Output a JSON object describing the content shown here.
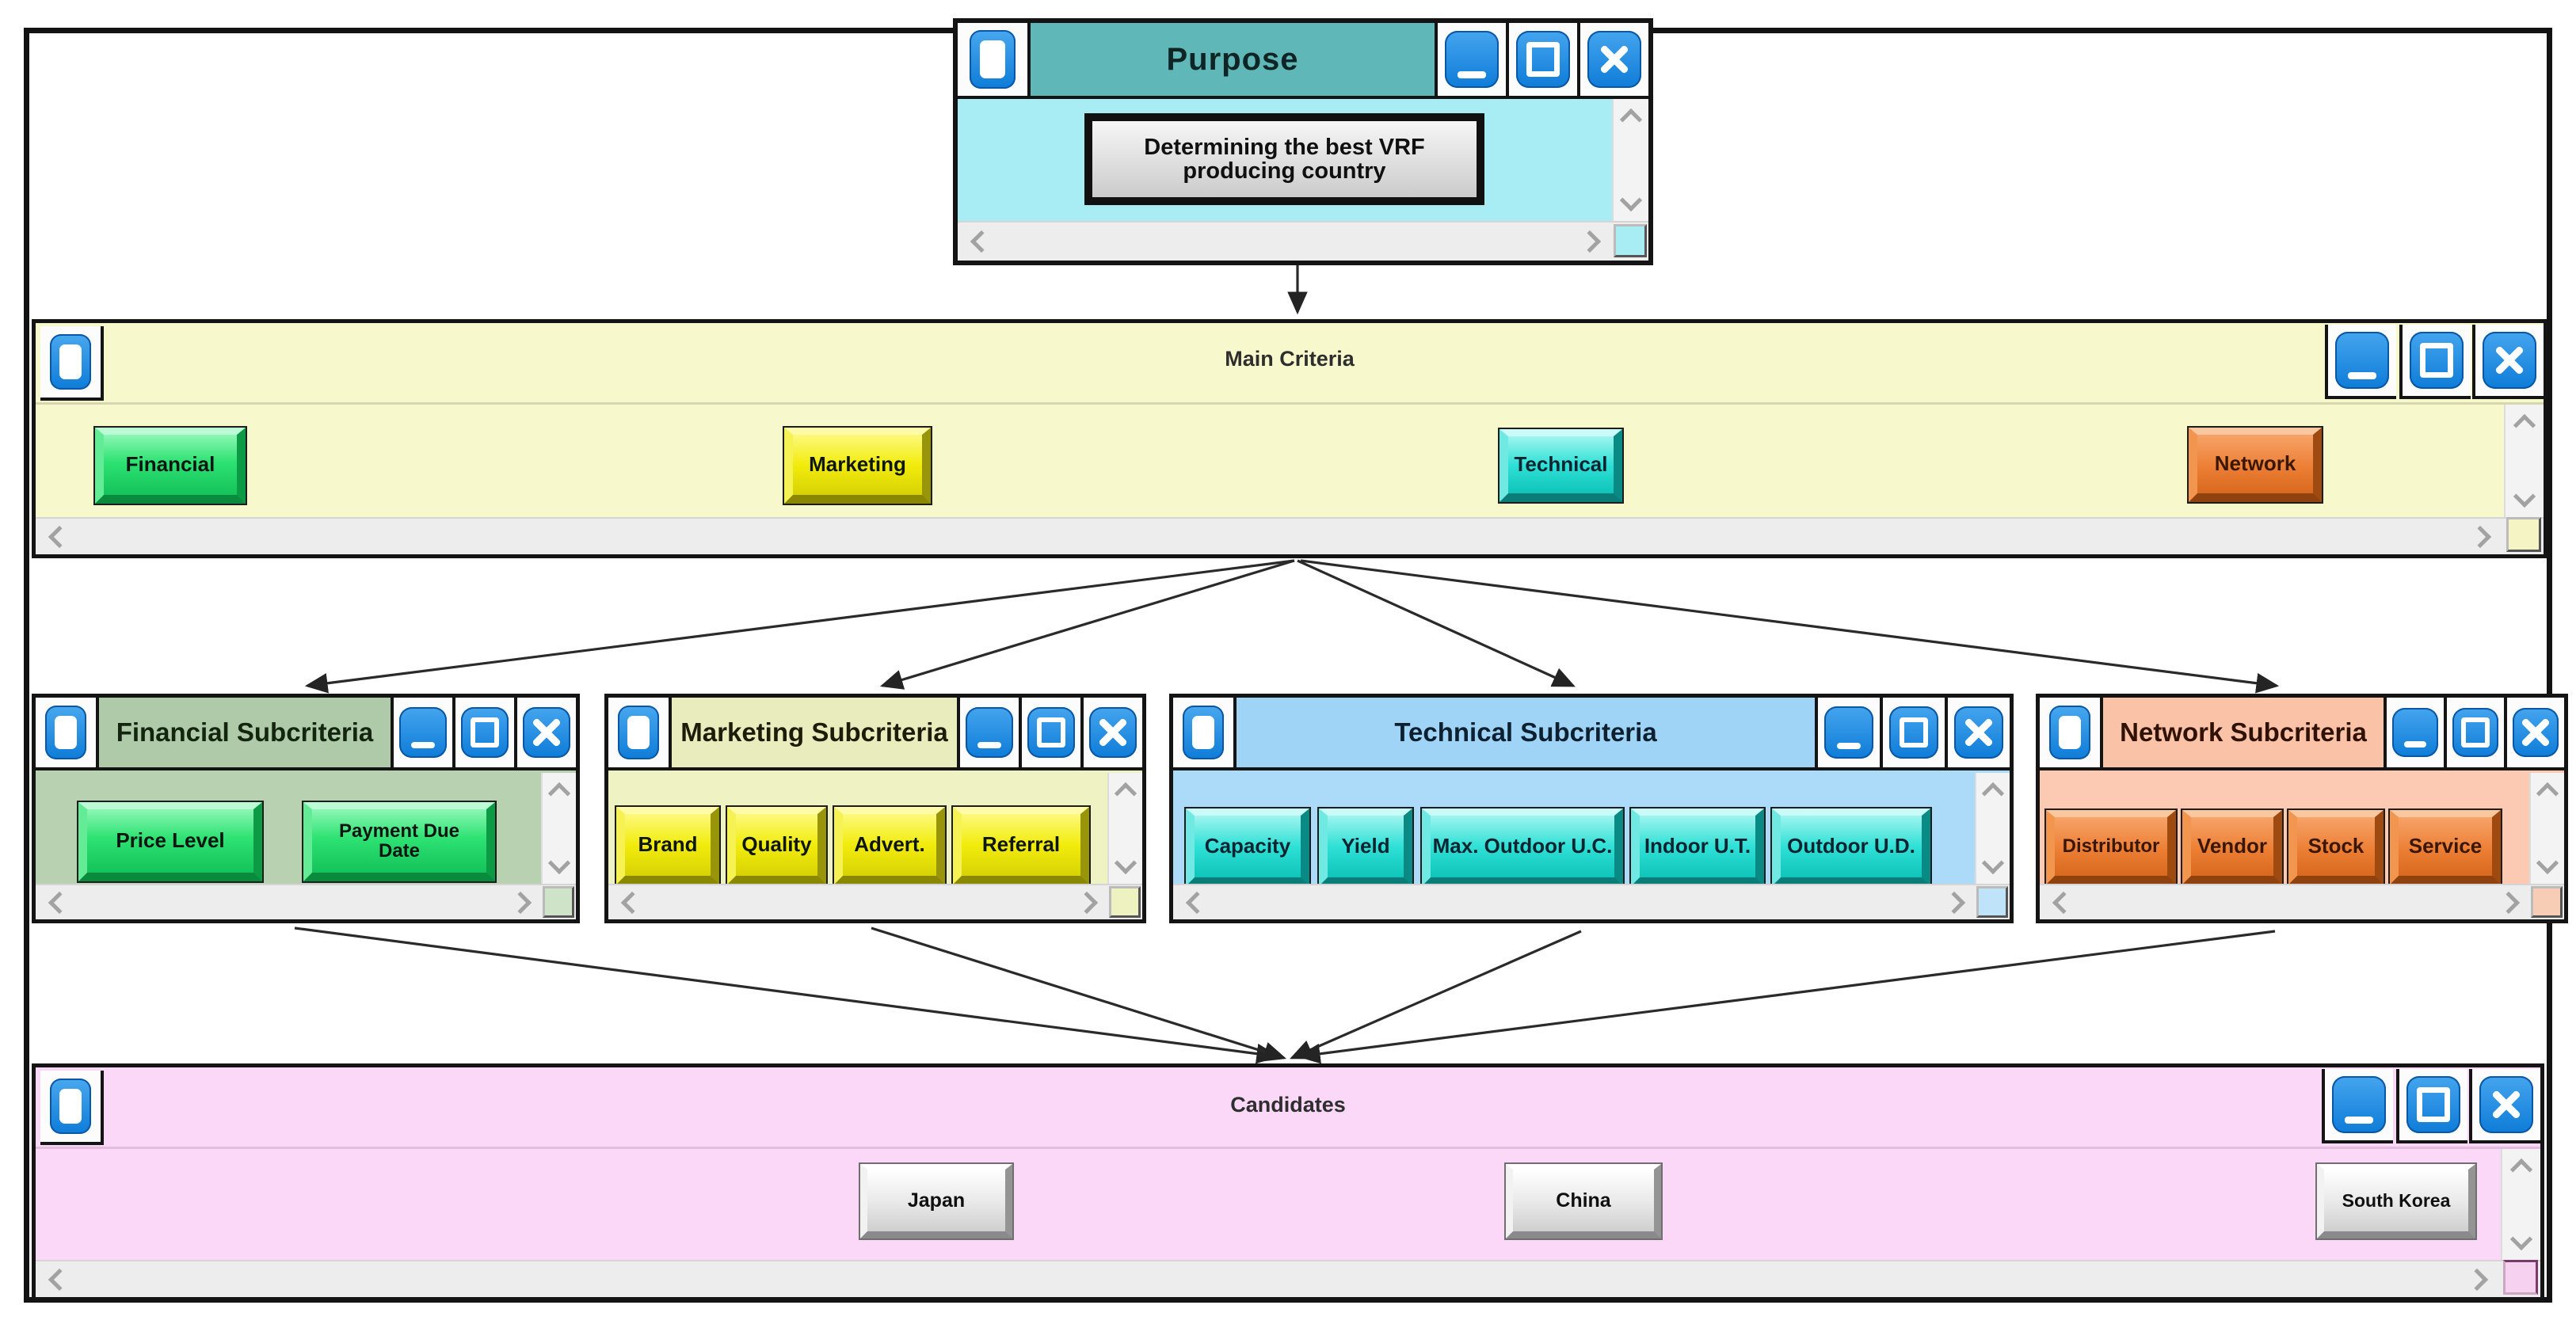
{
  "colors": {
    "window_border": "#141414",
    "control_blue": "#1285e2",
    "purpose_titlebar": "#5fb7b7",
    "purpose_content": "#a9edf4",
    "main_bg": "#f8f8cd",
    "financial_titlebar": "#aecaa8",
    "financial_bg": "#b8d2b1",
    "marketing_titlebar": "#e9edbd",
    "marketing_bg": "#eff3c4",
    "technical_titlebar": "#9fd4f7",
    "technical_bg": "#abdbf8",
    "network_titlebar": "#fac3a8",
    "network_bg": "#fccab2",
    "candidates_bg": "#fbd8f7",
    "green_button": "#2ee273",
    "yellow_button": "#f2ec0c",
    "cyan_button": "#2fe0d6",
    "orange_button": "#ec7f35",
    "silver_button": "#e8e8e8"
  },
  "purpose": {
    "title": "Purpose",
    "goal": "Determining the best VRF producing country"
  },
  "main_criteria": {
    "title": "Main Criteria",
    "buttons": [
      {
        "label": "Financial"
      },
      {
        "label": "Marketing"
      },
      {
        "label": "Technical"
      },
      {
        "label": "Network"
      }
    ]
  },
  "financial": {
    "title": "Financial Subcriteria",
    "buttons": [
      {
        "label": "Price Level"
      },
      {
        "label": "Payment Due Date"
      }
    ]
  },
  "marketing": {
    "title": "Marketing Subcriteria",
    "buttons": [
      {
        "label": "Brand"
      },
      {
        "label": "Quality"
      },
      {
        "label": "Advert."
      },
      {
        "label": "Referral"
      }
    ]
  },
  "technical": {
    "title": "Technical Subcriteria",
    "buttons": [
      {
        "label": "Capacity"
      },
      {
        "label": "Yield"
      },
      {
        "label": "Max. Outdoor U.C."
      },
      {
        "label": "Indoor U.T."
      },
      {
        "label": "Outdoor U.D."
      }
    ]
  },
  "network": {
    "title": "Network Subcriteria",
    "buttons": [
      {
        "label": "Distributor"
      },
      {
        "label": "Vendor"
      },
      {
        "label": "Stock"
      },
      {
        "label": "Service"
      }
    ]
  },
  "candidates": {
    "title": "Candidates",
    "buttons": [
      {
        "label": "Japan"
      },
      {
        "label": "China"
      },
      {
        "label": "South Korea"
      }
    ]
  }
}
